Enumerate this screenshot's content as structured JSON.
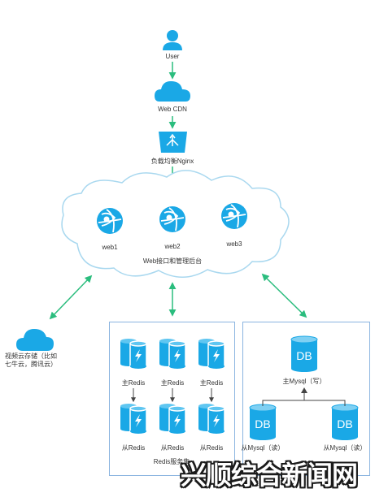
{
  "nodes": {
    "user": "User",
    "cdn": "Web CDN",
    "nginx": "负载均衡Nginx",
    "web1": "web1",
    "web2": "web2",
    "web3": "web3",
    "web_cluster": "Web接口和管理后台",
    "storage": "视频云存储（比如\n七牛云，腾讯云）"
  },
  "redis": {
    "master_label": "主Redis",
    "slave_label": "从Redis",
    "group_label": "Redis服务集"
  },
  "mysql": {
    "db_text": "DB",
    "master_label": "主Mysql（写）",
    "slave_left_label": "从Mysql（读）",
    "slave_right_label": "从Mysql（读）"
  },
  "watermark": "兴顺综合新闻网",
  "colors": {
    "accent": "#1aa8e6",
    "arrow": "#2bbd7e",
    "box_border": "#8ab4e0"
  }
}
